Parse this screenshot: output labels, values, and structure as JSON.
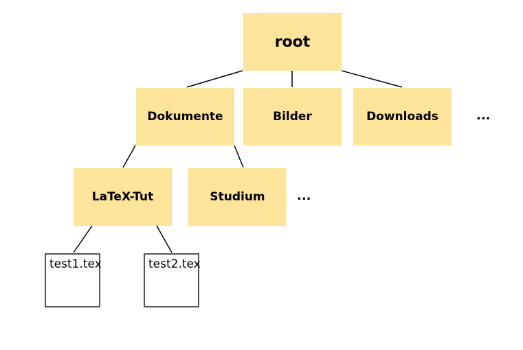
{
  "tree": {
    "root": {
      "label": "root"
    },
    "level1": {
      "dokumente": "Dokumente",
      "bilder": "Bilder",
      "downloads": "Downloads",
      "more": "..."
    },
    "level2": {
      "latex_tut": "LaTeX-Tut",
      "studium": "Studium",
      "more": "..."
    },
    "files": {
      "test1": "test1.tex",
      "test2": "test2.tex"
    }
  },
  "colors": {
    "folder_fill": "#fde49b",
    "file_border": "#555555",
    "edge": "#000000"
  }
}
